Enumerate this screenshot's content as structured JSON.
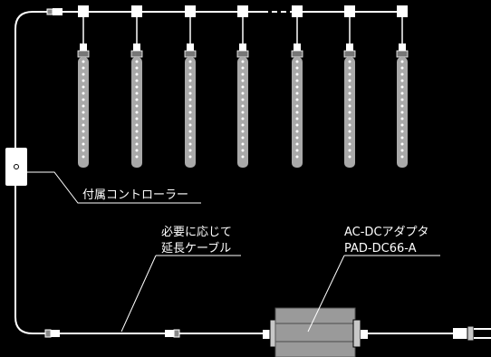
{
  "labels": {
    "controller": "付属コントローラー",
    "extension_line1": "必要に応じて",
    "extension_line2": "延長ケーブル",
    "adapter_line1": "AC-DCアダプタ",
    "adapter_line2": "PAD-DC66-A"
  },
  "colors": {
    "background": "#000000",
    "line": "#ffffff",
    "tube": "#a9a9a9",
    "led": "#ffffff",
    "adapter": "#9a9a9a"
  }
}
